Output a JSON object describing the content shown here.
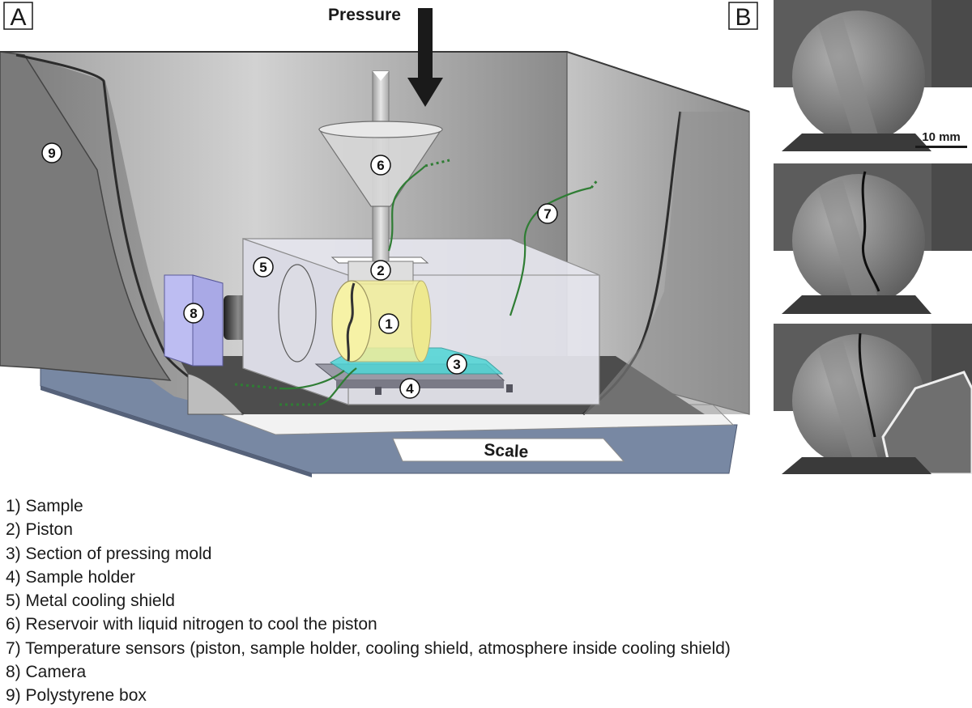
{
  "panels": {
    "a": "A",
    "b": "B"
  },
  "pressure_label": "Pressure",
  "scale_label": "Scale",
  "scale_bar": "10 mm",
  "markers": [
    "1",
    "2",
    "3",
    "4",
    "5",
    "6",
    "7",
    "8",
    "9"
  ],
  "legend": [
    "1) Sample",
    "2) Piston",
    "3) Section of pressing mold",
    "4) Sample holder",
    "5) Metal cooling shield",
    "6) Reservoir with liquid nitrogen to cool the piston",
    "7) Temperature sensors (piston, sample holder, cooling shield, atmosphere inside cooling shield)",
    "8) Camera",
    "9) Polystyrene box"
  ],
  "colors": {
    "box_dark": "#6a6a6a",
    "box_light": "#b4b4b4",
    "scale_base": "#7888a3",
    "sample": "#f2ee9a",
    "mold": "#4fd6d6",
    "camera": "#bdbdf2",
    "sensor_wire": "#2f7d34"
  }
}
